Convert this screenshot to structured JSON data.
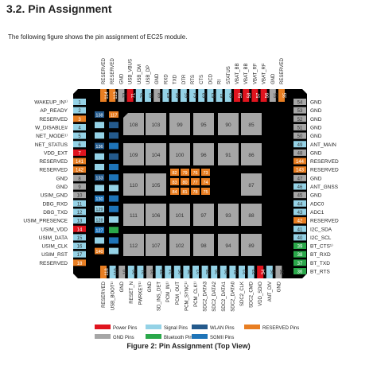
{
  "header": {
    "title": "3.2. Pin Assignment",
    "intro": "The following figure shows the pin assignment of EC25 module."
  },
  "caption": "Figure 2: Pin Assignment (Top View)",
  "colors": {
    "power": "#e0141e",
    "signal": "#94d2e6",
    "wlan": "#245a8c",
    "reserved": "#e87e22",
    "gnd": "#a6a6a6",
    "bluetooth": "#2aa84a",
    "sgmii": "#1e74b8"
  },
  "legend": [
    {
      "type": "power",
      "label": "Power Pins"
    },
    {
      "type": "signal",
      "label": "Signal Pins"
    },
    {
      "type": "wlan",
      "label": "WLAN Pins"
    },
    {
      "type": "reserved",
      "label": "RESERVED Pins"
    },
    {
      "type": "gnd",
      "label": "GND Pins"
    },
    {
      "type": "bluetooth",
      "label": "Bluetooth Pins"
    },
    {
      "type": "sgmii",
      "label": "SGMII Pins"
    }
  ],
  "left_pins": [
    {
      "num": "1",
      "label": "WAKEUP_IN¹⁾",
      "type": "signal"
    },
    {
      "num": "2",
      "label": "AP_READY",
      "type": "signal"
    },
    {
      "num": "3",
      "label": "RESERVED",
      "type": "reserved"
    },
    {
      "num": "4",
      "label": "W_DISABLE#",
      "type": "signal"
    },
    {
      "num": "5",
      "label": "NET_MODE¹⁾",
      "type": "signal"
    },
    {
      "num": "6",
      "label": "NET_STATUS",
      "type": "signal"
    },
    {
      "num": "7",
      "label": "VDD_EXT",
      "type": "power"
    },
    {
      "num": "141",
      "label": "RESERVED",
      "type": "reserved"
    },
    {
      "num": "142",
      "label": "RESERVED",
      "type": "reserved"
    },
    {
      "num": "8",
      "label": "GND",
      "type": "gnd"
    },
    {
      "num": "9",
      "label": "GND",
      "type": "gnd"
    },
    {
      "num": "10",
      "label": "USIM_GND",
      "type": "gnd"
    },
    {
      "num": "11",
      "label": "DBG_RXD",
      "type": "signal"
    },
    {
      "num": "12",
      "label": "DBG_TXD",
      "type": "signal"
    },
    {
      "num": "13",
      "label": "USIM_PRESENCE",
      "type": "signal"
    },
    {
      "num": "14",
      "label": "USIM_VDD",
      "type": "power"
    },
    {
      "num": "15",
      "label": "USIM_DATA",
      "type": "signal"
    },
    {
      "num": "16",
      "label": "USIM_CLK",
      "type": "signal"
    },
    {
      "num": "17",
      "label": "USIM_RST",
      "type": "signal"
    },
    {
      "num": "18",
      "label": "RESERVED",
      "type": "reserved"
    }
  ],
  "right_pins": [
    {
      "num": "54",
      "label": "GND",
      "type": "gnd"
    },
    {
      "num": "53",
      "label": "GND",
      "type": "gnd"
    },
    {
      "num": "52",
      "label": "GND",
      "type": "gnd"
    },
    {
      "num": "51",
      "label": "GND",
      "type": "gnd"
    },
    {
      "num": "50",
      "label": "GND",
      "type": "gnd"
    },
    {
      "num": "49",
      "label": "ANT_MAIN",
      "type": "signal"
    },
    {
      "num": "48",
      "label": "GND",
      "type": "gnd"
    },
    {
      "num": "144",
      "label": "RESERVED",
      "type": "reserved"
    },
    {
      "num": "143",
      "label": "RESERVED",
      "type": "reserved"
    },
    {
      "num": "47",
      "label": "GND",
      "type": "gnd"
    },
    {
      "num": "46",
      "label": "ANT_GNSS",
      "type": "signal"
    },
    {
      "num": "45",
      "label": "GND",
      "type": "gnd"
    },
    {
      "num": "44",
      "label": "ADC0",
      "type": "signal"
    },
    {
      "num": "43",
      "label": "ADC1",
      "type": "signal"
    },
    {
      "num": "42",
      "label": "RESERVED",
      "type": "reserved"
    },
    {
      "num": "41",
      "label": "I2C_SDA",
      "type": "signal"
    },
    {
      "num": "40",
      "label": "I2C_SCL",
      "type": "signal"
    },
    {
      "num": "39",
      "label": "BT_CTS¹⁾",
      "type": "bluetooth"
    },
    {
      "num": "38",
      "label": "BT_RXD",
      "type": "bluetooth"
    },
    {
      "num": "37",
      "label": "BT_TXD",
      "type": "bluetooth"
    },
    {
      "num": "36",
      "label": "BT_RTS",
      "type": "bluetooth"
    }
  ],
  "top_pins": [
    {
      "num": "114",
      "label": "RESERVED",
      "type": "reserved"
    },
    {
      "num": "113",
      "label": "RESERVED",
      "type": "reserved"
    },
    {
      "num": "72",
      "label": "GND",
      "type": "gnd"
    },
    {
      "num": "71",
      "label": "USB_VBUS",
      "type": "power"
    },
    {
      "num": "70",
      "label": "USB_DM",
      "type": "signal"
    },
    {
      "num": "69",
      "label": "USB_DP",
      "type": "signal"
    },
    {
      "num": "68",
      "label": "GND",
      "type": "gnd"
    },
    {
      "num": "67",
      "label": "RXD",
      "type": "signal"
    },
    {
      "num": "66",
      "label": "TXD",
      "type": "signal"
    },
    {
      "num": "65",
      "label": "DTR",
      "type": "signal"
    },
    {
      "num": "64",
      "label": "RTS",
      "type": "signal"
    },
    {
      "num": "63",
      "label": "CTS",
      "type": "signal"
    },
    {
      "num": "62",
      "label": "DCD",
      "type": "signal"
    },
    {
      "num": "61",
      "label": "RI",
      "type": "signal"
    },
    {
      "num": "60",
      "label": "STATUS",
      "type": "signal"
    },
    {
      "num": "59",
      "label": "VBAT_BB",
      "type": "power"
    },
    {
      "num": "58",
      "label": "VBAT_BB",
      "type": "power"
    },
    {
      "num": "57",
      "label": "VBAT_RF",
      "type": "power"
    },
    {
      "num": "56",
      "label": "VBAT_RF",
      "type": "power"
    },
    {
      "num": "55",
      "label": "GND",
      "type": "gnd"
    },
    {
      "num": "35",
      "label": "RESERVED",
      "type": "reserved"
    }
  ],
  "bottom_pins": [
    {
      "num": "118",
      "label": "RESERVED",
      "type": "reserved"
    },
    {
      "num": "119",
      "label": "USB_BOOT¹⁾",
      "type": "signal"
    },
    {
      "num": "19",
      "label": "GND",
      "type": "gnd"
    },
    {
      "num": "20",
      "label": "RESET_N",
      "type": "signal"
    },
    {
      "num": "21",
      "label": "PWRKEY¹⁾",
      "type": "signal"
    },
    {
      "num": "22",
      "label": "GND",
      "type": "gnd"
    },
    {
      "num": "23",
      "label": "SD_INS_DET",
      "type": "signal"
    },
    {
      "num": "24",
      "label": "PCM_IN¹⁾",
      "type": "signal"
    },
    {
      "num": "25",
      "label": "PCM_OUT",
      "type": "signal"
    },
    {
      "num": "26",
      "label": "PCM_SYNC¹⁾",
      "type": "signal"
    },
    {
      "num": "27",
      "label": "PCM_CLK¹⁾",
      "type": "signal"
    },
    {
      "num": "28",
      "label": "SDC2_DATA3",
      "type": "signal"
    },
    {
      "num": "29",
      "label": "SDC2_DATA2",
      "type": "signal"
    },
    {
      "num": "30",
      "label": "SDC2_DATA1",
      "type": "signal"
    },
    {
      "num": "31",
      "label": "SDC2_DATA0",
      "type": "signal"
    },
    {
      "num": "32",
      "label": "SDC2_CLK",
      "type": "signal"
    },
    {
      "num": "33",
      "label": "SDC2_CMD",
      "type": "signal"
    },
    {
      "num": "34",
      "label": "VDD_SDIO",
      "type": "power"
    },
    {
      "num": "35",
      "label": "ANT_DIV",
      "type": "signal"
    },
    {
      "num": "36",
      "label": "GND",
      "type": "gnd"
    }
  ],
  "inner_left_col1": [
    {
      "num": "138",
      "type": "wlan"
    },
    {
      "num": "",
      "type": "signal"
    },
    {
      "num": "",
      "type": "signal"
    },
    {
      "num": "136",
      "type": "wlan"
    },
    {
      "num": "",
      "type": "signal"
    },
    {
      "num": "",
      "type": "signal"
    },
    {
      "num": "133",
      "type": "wlan"
    },
    {
      "num": "",
      "type": "signal"
    },
    {
      "num": "130",
      "type": "sgmii"
    },
    {
      "num": "129",
      "type": "signal"
    },
    {
      "num": "128",
      "type": "signal"
    },
    {
      "num": "127",
      "type": "sgmii"
    },
    {
      "num": "",
      "type": "signal"
    },
    {
      "num": "140",
      "type": "reserved"
    }
  ],
  "inner_left_col2": [
    {
      "num": "117",
      "type": "reserved"
    },
    {
      "num": "",
      "type": "wlan"
    },
    {
      "num": "",
      "type": "wlan"
    },
    {
      "num": "",
      "type": "sgmii"
    },
    {
      "num": "",
      "type": "wlan"
    },
    {
      "num": "",
      "type": "sgmii"
    },
    {
      "num": "",
      "type": "sgmii"
    },
    {
      "num": "",
      "type": "signal"
    },
    {
      "num": "",
      "type": "sgmii"
    },
    {
      "num": "",
      "type": "sgmii"
    },
    {
      "num": "",
      "type": "signal"
    },
    {
      "num": "",
      "type": "bluetooth"
    },
    {
      "num": "",
      "type": "sgmii"
    },
    {
      "num": "",
      "type": "signal"
    }
  ],
  "gnd_pads": [
    {
      "num": "108"
    },
    {
      "num": "103"
    },
    {
      "num": "99"
    },
    {
      "num": "95"
    },
    {
      "num": "90"
    },
    {
      "num": "85"
    },
    {
      "num": "109"
    },
    {
      "num": "104"
    },
    {
      "num": "100"
    },
    {
      "num": "96"
    },
    {
      "num": "91"
    },
    {
      "num": "86"
    },
    {
      "num": "110"
    },
    {
      "num": "105"
    },
    {
      "num": "87"
    },
    {
      "num": "111"
    },
    {
      "num": "106"
    },
    {
      "num": "101"
    },
    {
      "num": "97"
    },
    {
      "num": "93"
    },
    {
      "num": "88"
    },
    {
      "num": "112"
    },
    {
      "num": "107"
    },
    {
      "num": "102"
    },
    {
      "num": "98"
    },
    {
      "num": "94"
    },
    {
      "num": "89"
    }
  ],
  "center_block": [
    "82",
    "79",
    "76",
    "73",
    "83",
    "80",
    "77",
    "74",
    "84",
    "81",
    "78",
    "75"
  ]
}
